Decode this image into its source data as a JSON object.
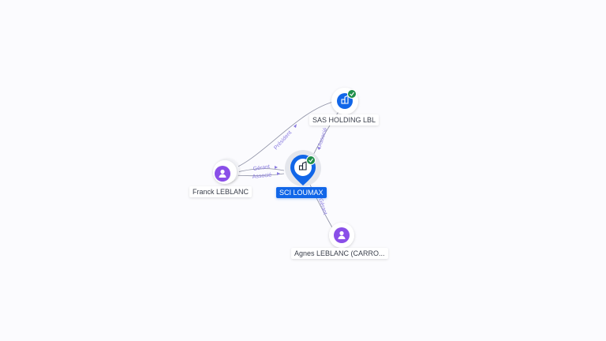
{
  "nodes": {
    "sas_holding": {
      "label": "SAS HOLDING LBL",
      "icon": "company-icon",
      "verified": true
    },
    "sci_loumax": {
      "label": "SCI LOUMAX",
      "icon": "company-icon",
      "verified": true,
      "focus": true
    },
    "franck": {
      "label": "Franck LEBLANC",
      "icon": "person-icon"
    },
    "agnes": {
      "label": "Agnes LEBLANC (CARRO...",
      "icon": "person-icon"
    }
  },
  "edges": {
    "franck_sas": {
      "label": "Président"
    },
    "franck_sci_1": {
      "label": "Gérant"
    },
    "franck_sci_2": {
      "label": "Associé"
    },
    "sas_sci": {
      "label": "Associé"
    },
    "agnes_sci": {
      "label": "Gérant"
    }
  },
  "colors": {
    "company": "#1166e8",
    "person": "#8a4fe8",
    "verified": "#1f8f4a",
    "edge": "#8c8fa3",
    "edge_label": "#8a7be0"
  }
}
